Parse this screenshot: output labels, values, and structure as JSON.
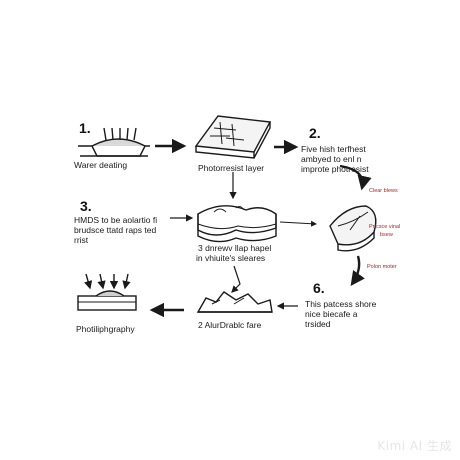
{
  "steps": {
    "s1": {
      "number": "1.",
      "label": "Warer deating"
    },
    "s1b": {
      "label": "Photorresist layer"
    },
    "s2": {
      "number": "2.",
      "line1": "Five hish terfhest",
      "line2": "ambyed to enl n",
      "line3": "improte photresist"
    },
    "s3": {
      "number": "3.",
      "line1": "HMDS to be aolartio fi",
      "line2": "brudsce ttatd raps ted",
      "line3": "rrist"
    },
    "s3b": {
      "line1": "3 dnrewv llap hapel",
      "line2": "in vhiuite's sleares"
    },
    "s6": {
      "number": "6.",
      "line1": "This patcess shore",
      "line2": "nice biecafe a",
      "line3": "trsided"
    },
    "s5": {
      "label": "2 AlurDrablc fare"
    },
    "s4": {
      "label": "Photiliphgraphy"
    }
  },
  "annotations": {
    "a1": "Clear blews",
    "a2": "Prtcsce vinal",
    "a3": "bsew",
    "a4": "Polon moter"
  },
  "watermark": "Kimi AI 生成",
  "colors": {
    "ink": "#1a1a1a",
    "accent": "#b22222"
  }
}
